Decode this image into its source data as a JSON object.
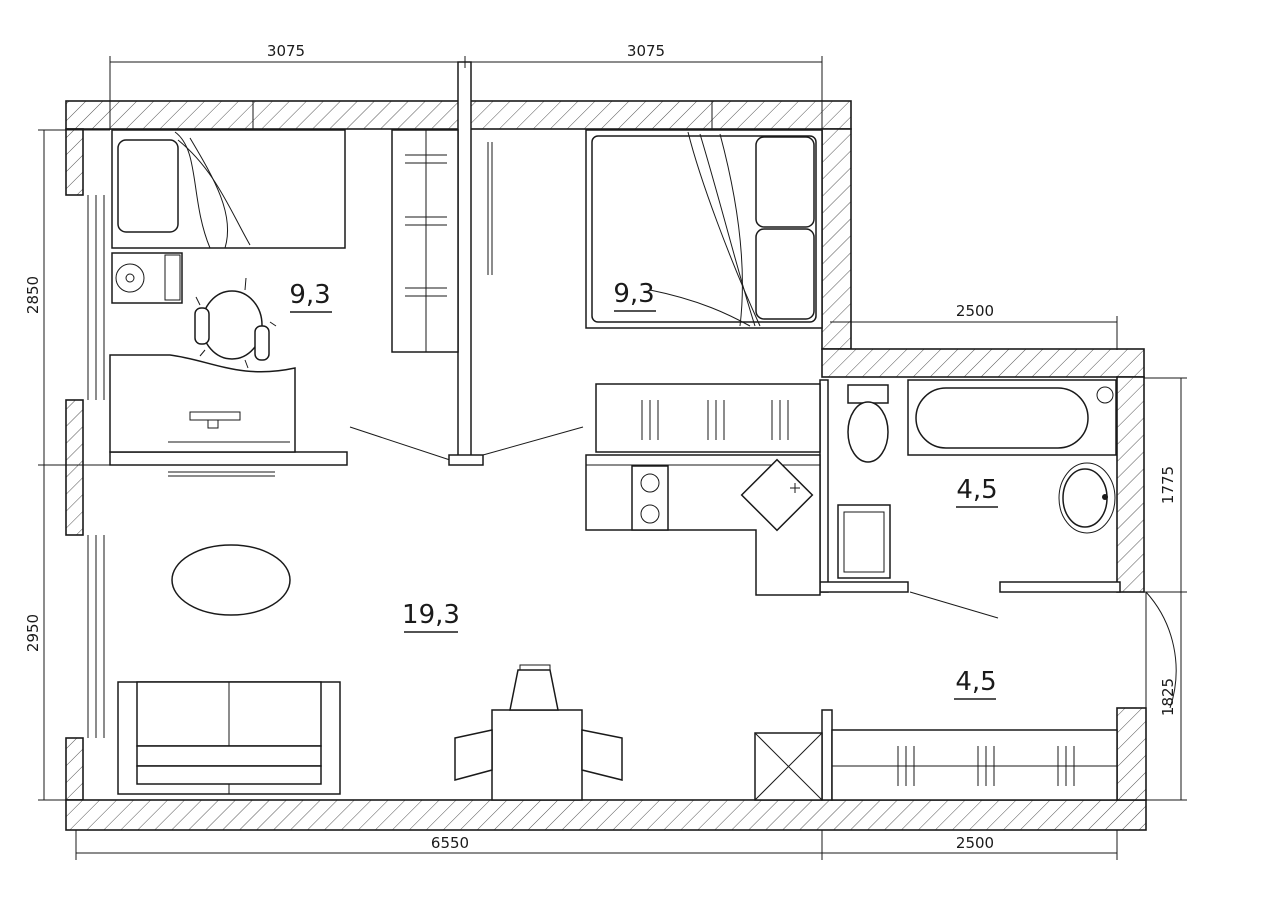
{
  "dimensions": {
    "top_left": "3075",
    "top_right": "3075",
    "bath_top": "2500",
    "left_upper": "2850",
    "left_lower": "2950",
    "right_bath": "1775",
    "right_hall": "1825",
    "bottom_main": "6550",
    "bottom_right": "2500"
  },
  "rooms": {
    "bedroom_left_area": "9,3",
    "bedroom_right_area": "9,3",
    "living_area": "19,3",
    "bathroom_area": "4,5",
    "hall_area": "4,5"
  }
}
